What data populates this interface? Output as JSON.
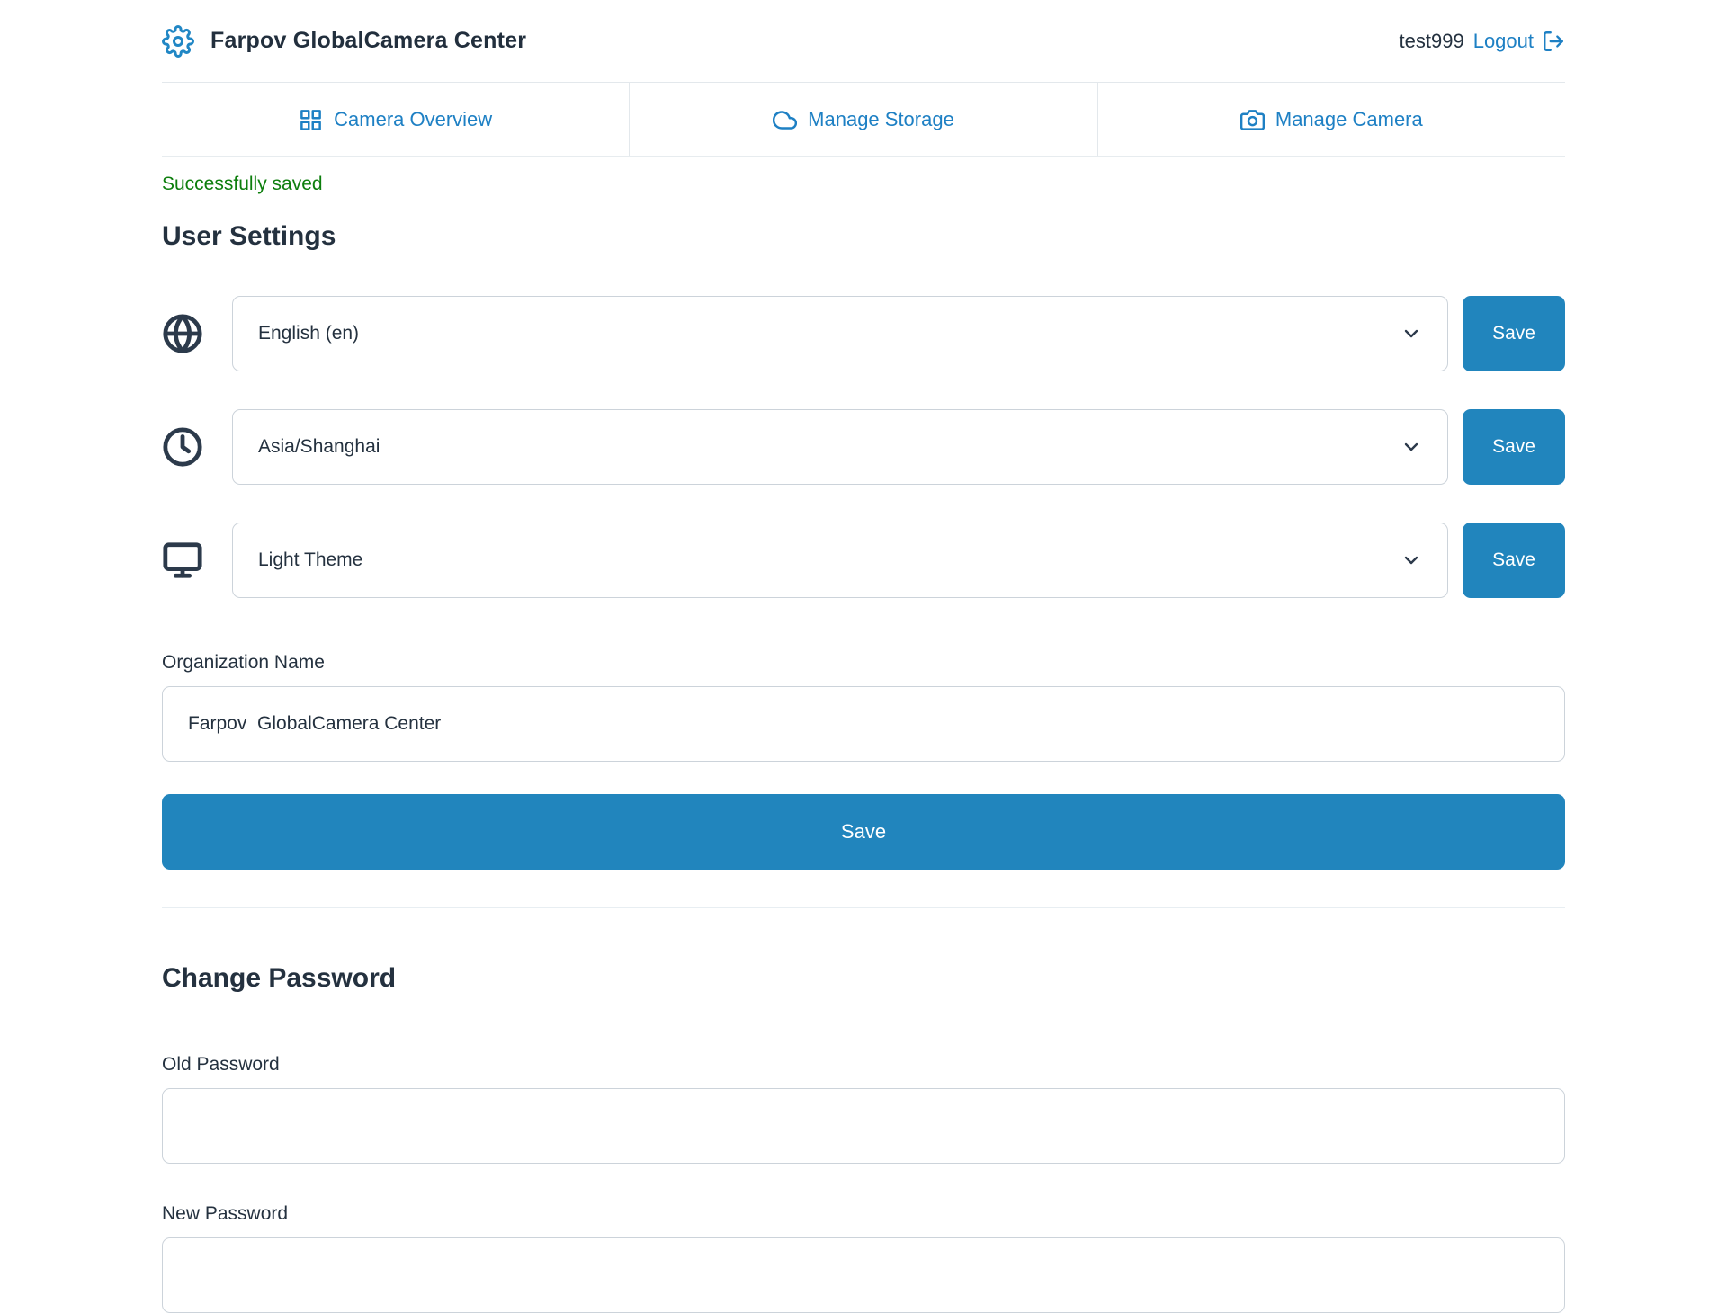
{
  "header": {
    "title": "Farpov GlobalCamera Center",
    "username": "test999",
    "logout_label": "Logout"
  },
  "tabs": [
    {
      "label": "Camera Overview",
      "icon": "grid-icon"
    },
    {
      "label": "Manage Storage",
      "icon": "cloud-icon"
    },
    {
      "label": "Manage Camera",
      "icon": "camera-icon"
    }
  ],
  "user_settings": {
    "success_message": "Successfully saved",
    "heading": "User Settings",
    "selects": [
      {
        "icon": "globe-icon",
        "value": "English (en)",
        "save_label": "Save"
      },
      {
        "icon": "clock-icon",
        "value": "Asia/Shanghai",
        "save_label": "Save"
      },
      {
        "icon": "monitor-icon",
        "value": "Light Theme",
        "save_label": "Save"
      }
    ],
    "organization": {
      "label": "Organization Name",
      "value": "Farpov  GlobalCamera Center"
    },
    "save_label": "Save"
  },
  "change_password": {
    "heading": "Change Password",
    "old_password": {
      "label": "Old Password",
      "value": ""
    },
    "new_password": {
      "label": "New Password",
      "value": ""
    }
  },
  "colors": {
    "accent_blue": "#2185bd",
    "link_blue": "#1e80c4",
    "success_green": "#0d7e0d",
    "heading_dark": "#24313f"
  }
}
